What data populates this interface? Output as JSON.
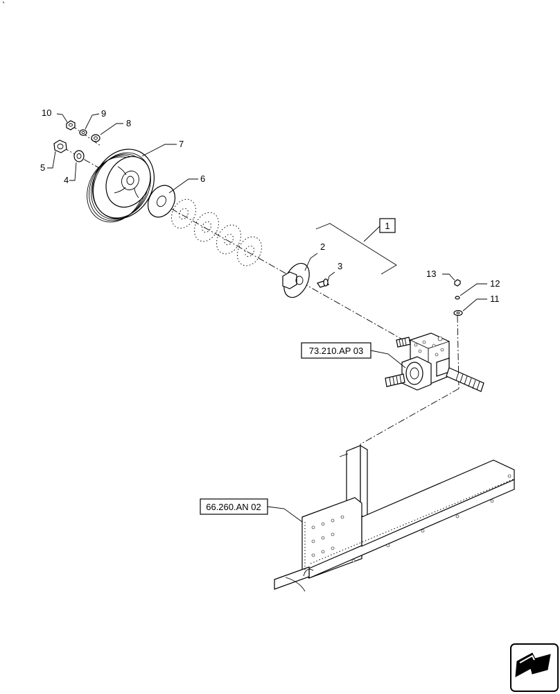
{
  "callouts": [
    "1",
    "2",
    "3",
    "4",
    "5",
    "6",
    "7",
    "8",
    "9",
    "10",
    "11",
    "12",
    "13"
  ],
  "references": {
    "gearbox": "73.210.AP 03",
    "frame": "66.260.AN 02"
  },
  "corner_mark": "`"
}
